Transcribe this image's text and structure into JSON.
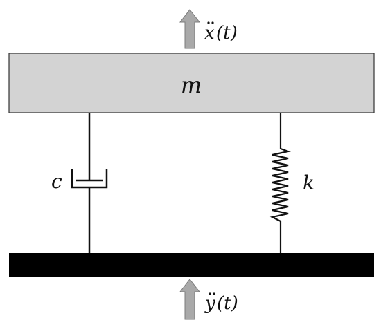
{
  "diagram": {
    "mass_label": "m",
    "damper_label": "c",
    "spring_label": "k",
    "top_accel": {
      "var": "x",
      "arg": "(t)"
    },
    "bottom_accel": {
      "var": "y",
      "arg": "(t)"
    }
  },
  "colors": {
    "mass_fill": "#d3d3d3",
    "ground_fill": "#000000",
    "arrow_fill": "#a9a9a9",
    "line": "#111111"
  }
}
